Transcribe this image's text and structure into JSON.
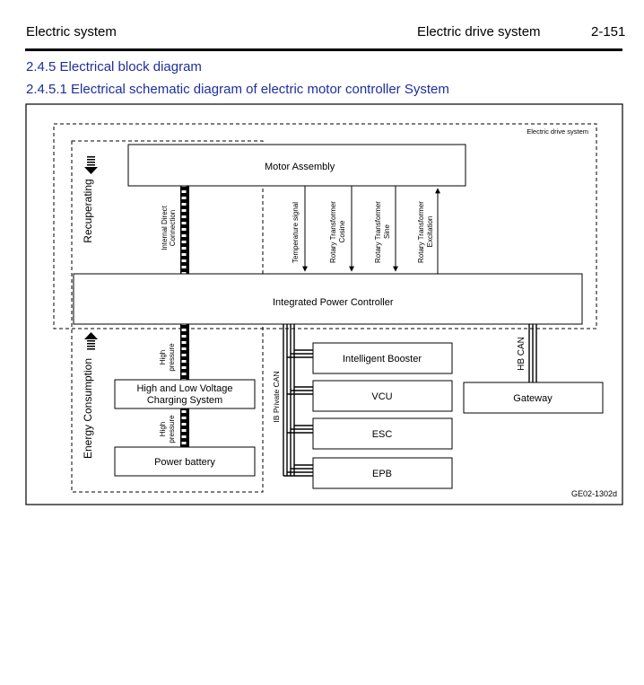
{
  "header": {
    "left": "Electric system",
    "middle": "Electric drive system",
    "page": "2-151"
  },
  "sections": {
    "s1": "2.4.5 Electrical block diagram",
    "s2": "2.4.5.1 Electrical schematic diagram of electric motor controller System"
  },
  "diagram": {
    "region_label": "Electric drive system",
    "motor": "Motor Assembly",
    "ipc": "Integrated Power Controller",
    "charging_l1": "High and Low Voltage",
    "charging_l2": "Charging System",
    "battery": "Power battery",
    "booster": "Intelligent Booster",
    "vcu": "VCU",
    "esc": "ESC",
    "epb": "EPB",
    "gateway": "Gateway",
    "recuperating": "Recuperating",
    "energy": "Energy Consumption",
    "internal_l1": "Internal Direct",
    "internal_l2": "Connection",
    "high": "High",
    "pressure": "pressure",
    "temp": "Temperature signal",
    "rtc_l1": "Rotary Transformer",
    "rtc_l2": "Cosine",
    "rts_l1": "Rotary Transformer",
    "rts_l2": "Sine",
    "rte_l1": "Rotary Transformer",
    "rte_l2": "Excitation",
    "ib_can": "IB Private CAN",
    "hb_can": "HB CAN",
    "figure_id": "GE02-1302d"
  }
}
